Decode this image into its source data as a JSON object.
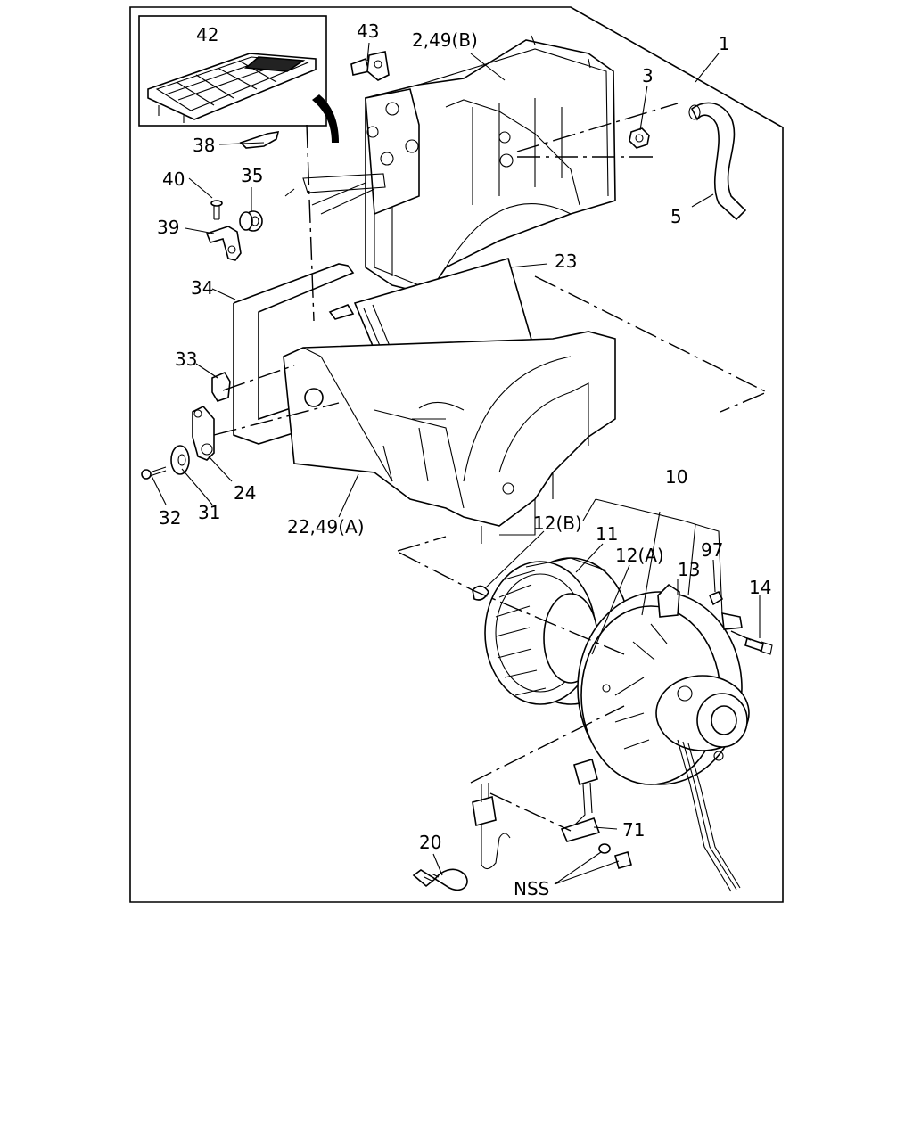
{
  "labels": {
    "l42": "42",
    "l43": "43",
    "l2_49b": "2,49(B)",
    "l1": "1",
    "l3": "3",
    "l38": "38",
    "l40": "40",
    "l35": "35",
    "l39": "39",
    "l5": "5",
    "l23": "23",
    "l34": "34",
    "l33": "33",
    "l24": "24",
    "l32": "32",
    "l31": "31",
    "l22_49a": "22,49(A)",
    "l10": "10",
    "l12b": "12(B)",
    "l11": "11",
    "l12a": "12(A)",
    "l97": "97",
    "l13": "13",
    "l14": "14",
    "l71": "71",
    "l20": "20",
    "lnss": "NSS"
  }
}
